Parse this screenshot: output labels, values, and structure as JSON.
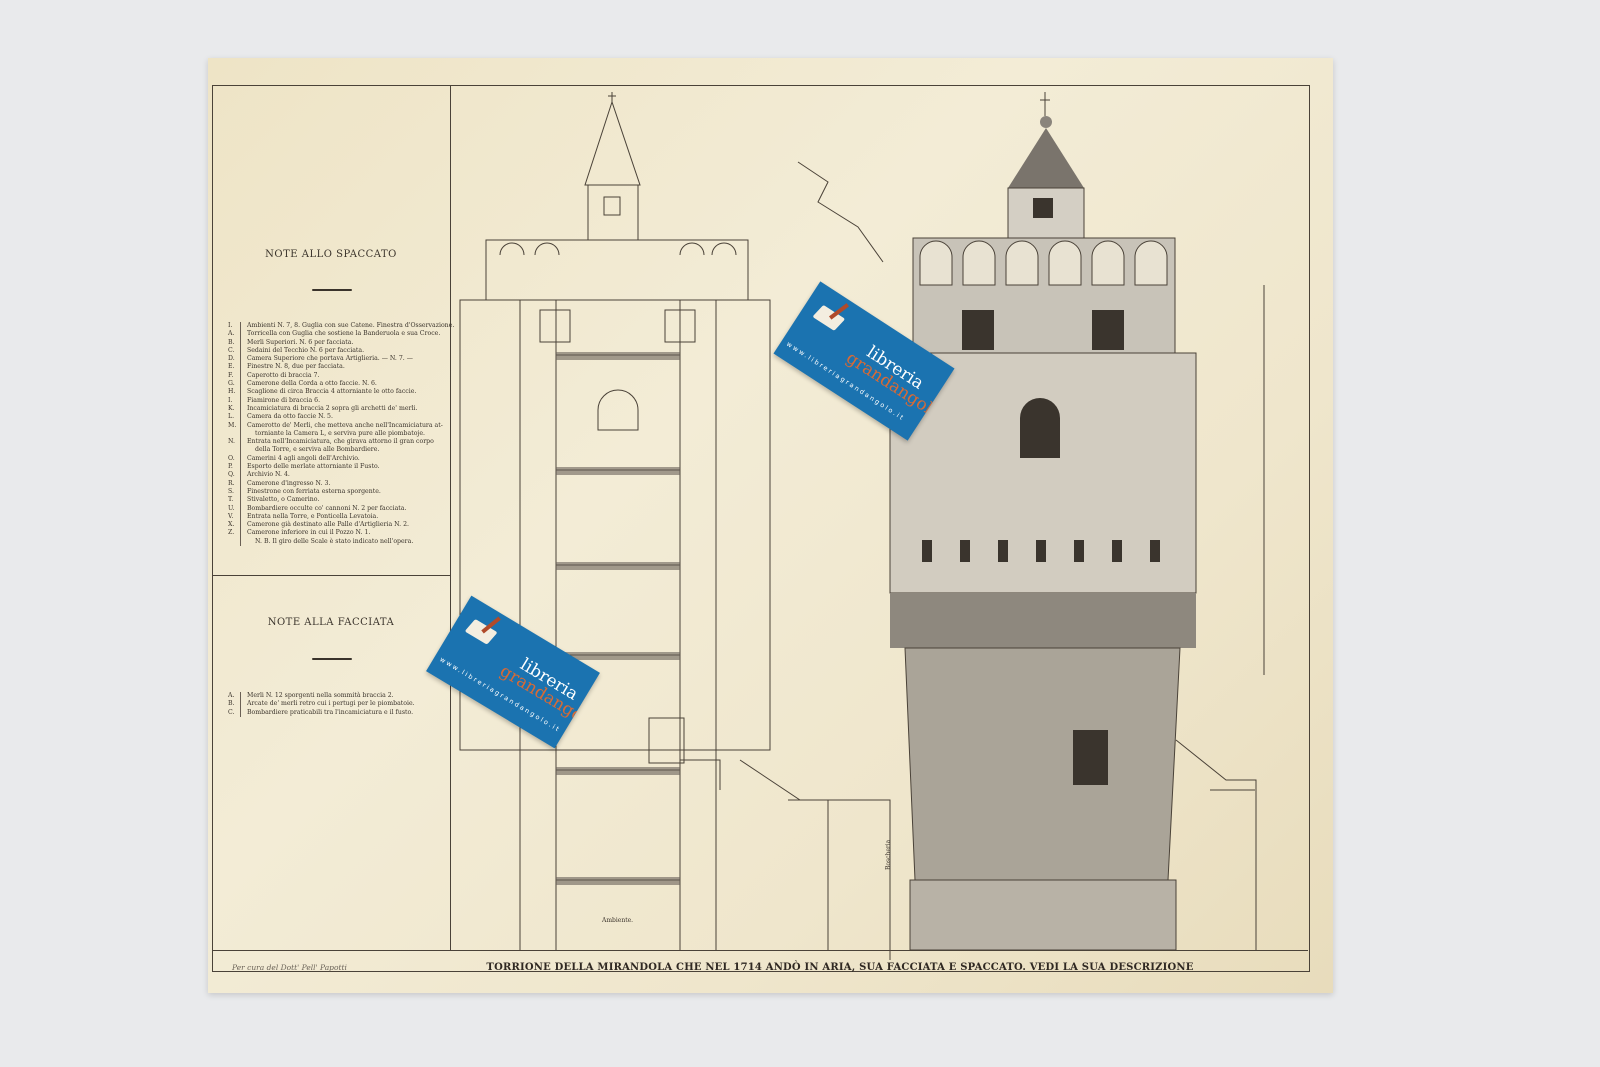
{
  "notes_spaccato": {
    "heading": "NOTE ALLO SPACCATO",
    "items": [
      {
        "key": "I.",
        "text": "Ambienti N. 7, 8. Guglia con sue Catene. Finestra d'Osservazione."
      },
      {
        "key": "A.",
        "text": "Torricella con Guglia che sostiene la Banderuola e sua Croce."
      },
      {
        "key": "B.",
        "text": "Merli Superiori. N. 6 per facciata."
      },
      {
        "key": "C.",
        "text": "Sedaini del Tecchio N. 6 per facciata."
      },
      {
        "key": "D.",
        "text": "Camera Superiore che portava Artiglieria. — N. 7. —"
      },
      {
        "key": "E.",
        "text": "Finestre N. 8, due per facciata."
      },
      {
        "key": "F.",
        "text": "Caperotto di braccia 7."
      },
      {
        "key": "G.",
        "text": "Camerone della Corda a otto faccie. N. 6."
      },
      {
        "key": "H.",
        "text": "Scaglione di circa Braccia 4 attorniante le otto faccie."
      },
      {
        "key": "I.",
        "text": "Fiamirone di braccia 6."
      },
      {
        "key": "K.",
        "text": "Incamiciatura di braccia 2 sopra gli archetti de' merli."
      },
      {
        "key": "L.",
        "text": "Camera da otto faccie N. 5."
      },
      {
        "key": "M.",
        "text": "Camerotto de' Merli, che metteva anche nell'Incamiciatura at-"
      },
      {
        "key": "",
        "text": "torniante la Camera L, e serviva pure alle piombatoje."
      },
      {
        "key": "N.",
        "text": "Entrata nell'Incamiciatura, che girava attorno il gran corpo"
      },
      {
        "key": "",
        "text": "della Torre, e serviva alle Bombardiere."
      },
      {
        "key": "O.",
        "text": "Camerini 4 agli angoli dell'Archivio."
      },
      {
        "key": "P.",
        "text": "Esporto delle merlate attorniante il Fusto."
      },
      {
        "key": "Q.",
        "text": "Archivio N. 4."
      },
      {
        "key": "R.",
        "text": "Camerone d'ingresso N. 3."
      },
      {
        "key": "S.",
        "text": "Finestrone con ferriata esterna sporgente."
      },
      {
        "key": "T.",
        "text": "Stivaletto, o Camerino."
      },
      {
        "key": "U.",
        "text": "Bombardiere occulte co' cannoni N. 2 per facciata."
      },
      {
        "key": "V.",
        "text": "Entrata nella Torre, e Ponticella Levatoia."
      },
      {
        "key": "X.",
        "text": "Camerone già destinato alle Palle d'Artiglieria N. 2."
      },
      {
        "key": "Z.",
        "text": "Camerone inferiore in cui il Pozzo N. 1."
      },
      {
        "key": "",
        "text": "N. B. Il giro delle Scale è stato indicato nell'opera."
      }
    ]
  },
  "notes_facciata": {
    "heading": "NOTE ALLA FACCIATA",
    "items": [
      {
        "key": "A.",
        "text": "Merli N. 12 sporgenti nella sommità braccia 2."
      },
      {
        "key": "B.",
        "text": "Arcate de' merli retro cui i pertugi per le piombatoie."
      },
      {
        "key": "C.",
        "text": "Bombardiere praticabili tra l'incamiciatura e il fusto."
      }
    ]
  },
  "drawing_labels": {
    "ambiente": "Ambiente.",
    "boscheria": "Boscheria"
  },
  "credit": "Per cura del Dott' Pell' Papotti",
  "caption": "TORRIONE DELLA MIRANDOLA CHE NEL 1714 ANDÒ IN ARIA, SUA FACCIATA E SPACCATO. VEDI LA SUA DESCRIZIONE",
  "cards": [
    {
      "logo_top": "libreria",
      "logo_bottom": "grandangolo",
      "url": "www.libreriagrandangolo.it"
    },
    {
      "logo_top": "libreria",
      "logo_bottom": "grandangolo",
      "url": "www.libreriagrandangolo.it"
    }
  ],
  "colors": {
    "card": "#1b73b0",
    "paper": "#f0e7cc",
    "ink": "#3a332b",
    "accent": "#d86a35"
  }
}
